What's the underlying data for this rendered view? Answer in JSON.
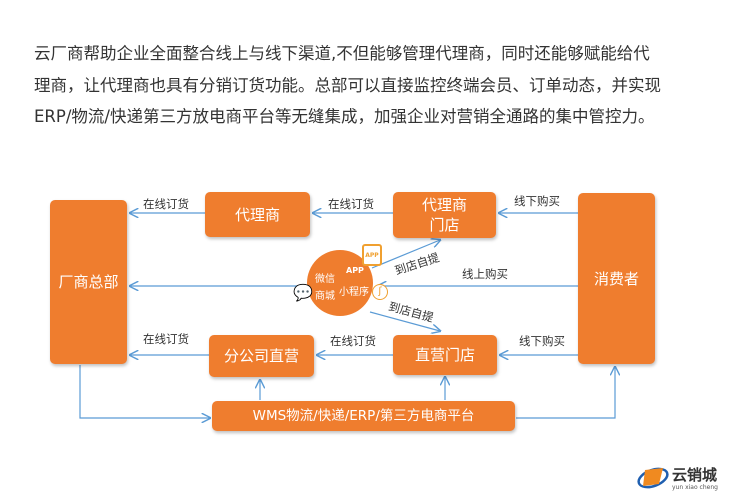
{
  "intro": [
    "云厂商帮助企业全面整合线上与线下渠道,不但能够管理代理商，同时还能够赋能给代",
    "理商，让代理商也具有分销订货功能。总部可以直接监控终端会员、订单动态，并实现",
    "ERP/物流/快递第三方放电商平台等无缝集成，加强企业对营销全通路的集中管控力。"
  ],
  "nodes": {
    "hq": "厂商总部",
    "agent": "代理商",
    "agent_store": [
      "代理商",
      "门店"
    ],
    "consumer": "消费者",
    "branch": "分公司直营",
    "direct_store": "直营门店",
    "platform": "WMS物流/快递/ERP/第三方电商平台"
  },
  "hub": {
    "wechat": [
      "微信",
      "商城"
    ],
    "app": "APP",
    "mini": "小程序",
    "app_badge": "APP"
  },
  "edges": {
    "online_order": "在线订货",
    "offline_buy": "线下购买",
    "online_buy": "线上购买",
    "pickup": "到店自提"
  },
  "logo": {
    "name": "云销城",
    "pinyin": "yun xiao cheng"
  },
  "colors": {
    "accent": "#ef7d2e",
    "arrow": "#5b9bd5"
  }
}
